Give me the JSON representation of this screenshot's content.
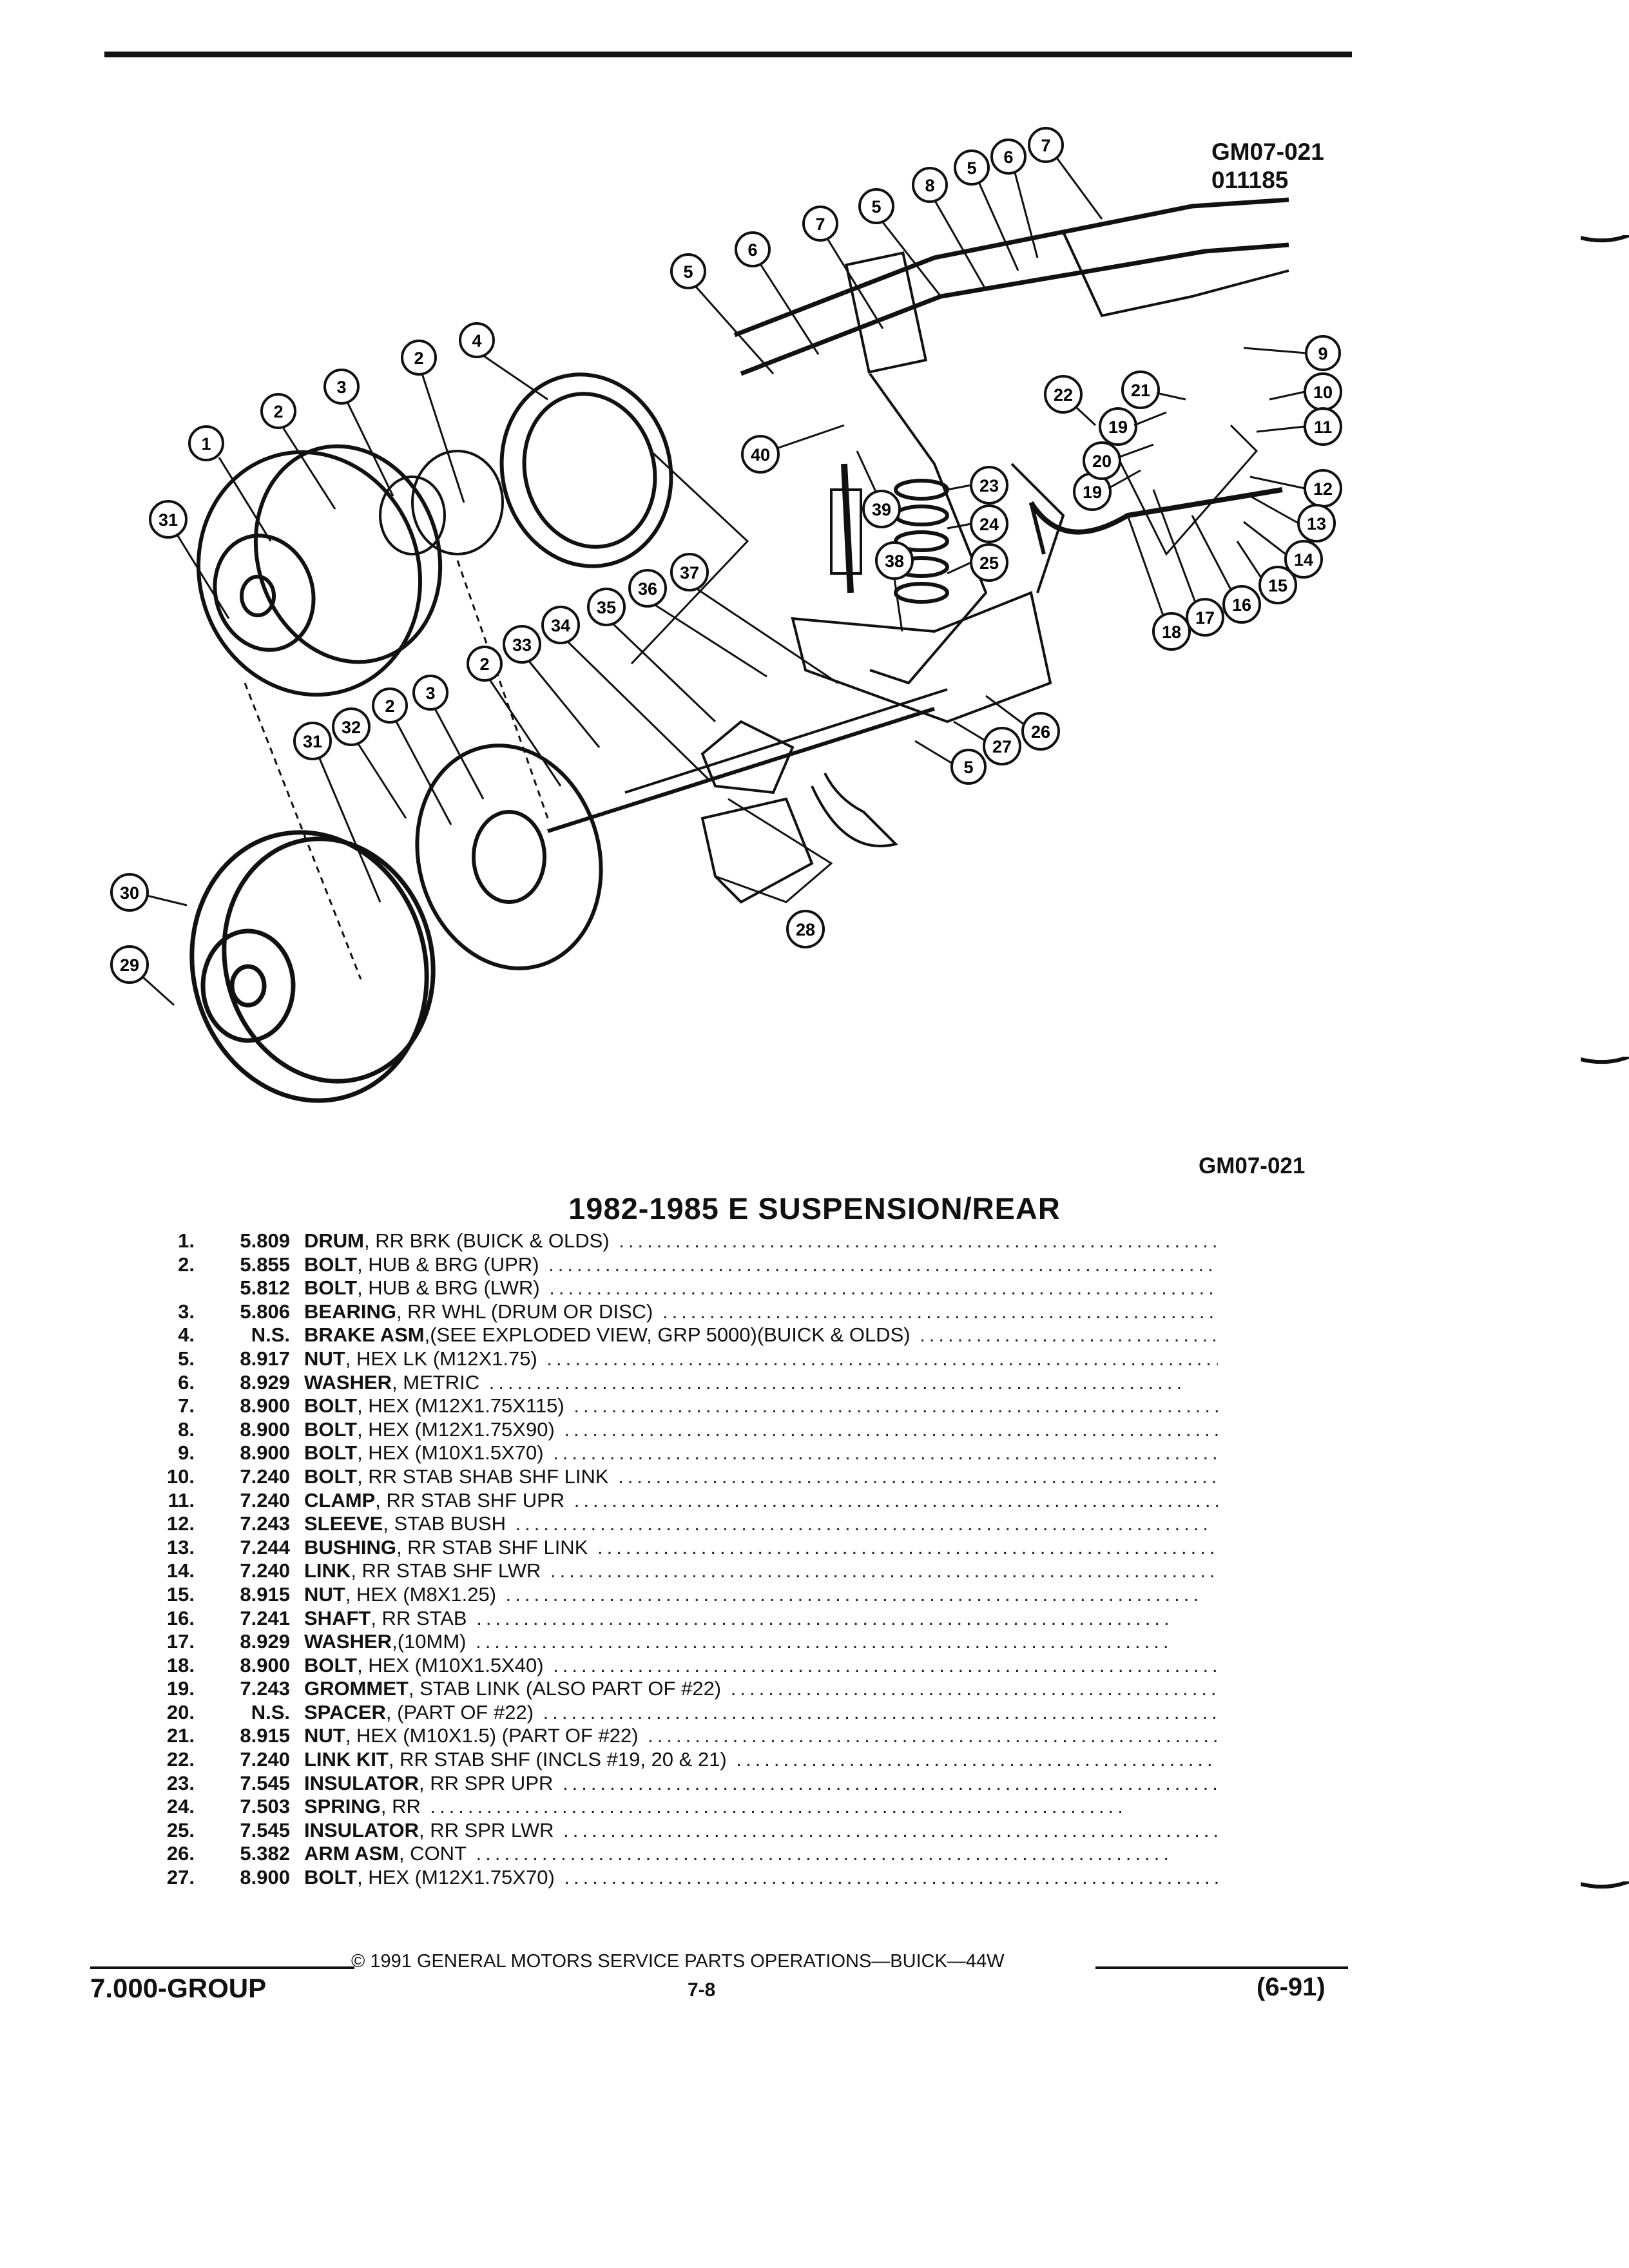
{
  "figure": {
    "ref_top_1": "GM07-021",
    "ref_top_2": "011185",
    "ref_bottom": "GM07-021"
  },
  "title": "1982-1985 E SUSPENSION/REAR",
  "callouts": [
    "1",
    "2",
    "3",
    "4",
    "5",
    "6",
    "7",
    "8",
    "9",
    "10",
    "11",
    "12",
    "13",
    "14",
    "15",
    "16",
    "17",
    "18",
    "19",
    "20",
    "21",
    "22",
    "23",
    "24",
    "25",
    "26",
    "27",
    "28",
    "29",
    "30",
    "31",
    "32",
    "33",
    "34",
    "35",
    "36",
    "37",
    "38",
    "39",
    "40"
  ],
  "parts": [
    {
      "num": "1.",
      "code": "5.809",
      "name": "DRUM",
      "desc": ", RR BRK (BUICK & OLDS)"
    },
    {
      "num": "2.",
      "code": "5.855",
      "name": "BOLT",
      "desc": ", HUB & BRG (UPR)"
    },
    {
      "num": "",
      "code": "5.812",
      "name": "BOLT",
      "desc": ", HUB & BRG (LWR)"
    },
    {
      "num": "3.",
      "code": "5.806",
      "name": "BEARING",
      "desc": ", RR WHL (DRUM OR DISC)"
    },
    {
      "num": "4.",
      "code": "N.S.",
      "name": "BRAKE ASM",
      "desc": ",(SEE EXPLODED VIEW, GRP 5000)(BUICK & OLDS)"
    },
    {
      "num": "5.",
      "code": "8.917",
      "name": "NUT",
      "desc": ", HEX LK (M12X1.75)"
    },
    {
      "num": "6.",
      "code": "8.929",
      "name": "WASHER",
      "desc": ", METRIC"
    },
    {
      "num": "7.",
      "code": "8.900",
      "name": "BOLT",
      "desc": ", HEX (M12X1.75X115)"
    },
    {
      "num": "8.",
      "code": "8.900",
      "name": "BOLT",
      "desc": ", HEX (M12X1.75X90)"
    },
    {
      "num": "9.",
      "code": "8.900",
      "name": "BOLT",
      "desc": ", HEX (M10X1.5X70)"
    },
    {
      "num": "10.",
      "code": "7.240",
      "name": "BOLT",
      "desc": ", RR STAB SHAB SHF LINK"
    },
    {
      "num": "11.",
      "code": "7.240",
      "name": "CLAMP",
      "desc": ", RR STAB SHF UPR"
    },
    {
      "num": "12.",
      "code": "7.243",
      "name": "SLEEVE",
      "desc": ", STAB BUSH"
    },
    {
      "num": "13.",
      "code": "7.244",
      "name": "BUSHING",
      "desc": ", RR STAB SHF LINK"
    },
    {
      "num": "14.",
      "code": "7.240",
      "name": "LINK",
      "desc": ", RR STAB SHF LWR"
    },
    {
      "num": "15.",
      "code": "8.915",
      "name": "NUT",
      "desc": ", HEX (M8X1.25)"
    },
    {
      "num": "16.",
      "code": "7.241",
      "name": "SHAFT",
      "desc": ", RR STAB"
    },
    {
      "num": "17.",
      "code": "8.929",
      "name": "WASHER",
      "desc": ",(10MM)"
    },
    {
      "num": "18.",
      "code": "8.900",
      "name": "BOLT",
      "desc": ", HEX (M10X1.5X40)"
    },
    {
      "num": "19.",
      "code": "7.243",
      "name": "GROMMET",
      "desc": ", STAB LINK (ALSO PART OF #22)"
    },
    {
      "num": "20.",
      "code": "N.S.",
      "name": "SPACER",
      "desc": ", (PART OF #22)"
    },
    {
      "num": "21.",
      "code": "8.915",
      "name": "NUT",
      "desc": ", HEX (M10X1.5) (PART OF #22)"
    },
    {
      "num": "22.",
      "code": "7.240",
      "name": "LINK KIT",
      "desc": ", RR STAB SHF (INCLS #19, 20 & 21)"
    },
    {
      "num": "23.",
      "code": "7.545",
      "name": "INSULATOR",
      "desc": ", RR SPR UPR"
    },
    {
      "num": "24.",
      "code": "7.503",
      "name": "SPRING",
      "desc": ", RR"
    },
    {
      "num": "25.",
      "code": "7.545",
      "name": "INSULATOR",
      "desc": ", RR SPR LWR"
    },
    {
      "num": "26.",
      "code": "5.382",
      "name": "ARM ASM",
      "desc": ", CONT"
    },
    {
      "num": "27.",
      "code": "8.900",
      "name": "BOLT",
      "desc": ", HEX (M12X1.75X70)"
    }
  ],
  "footer": {
    "copyright": "© 1991 GENERAL MOTORS SERVICE PARTS OPERATIONS—BUICK—44W",
    "group": "7.000-GROUP",
    "page": "7-8",
    "date": "(6-91)"
  }
}
